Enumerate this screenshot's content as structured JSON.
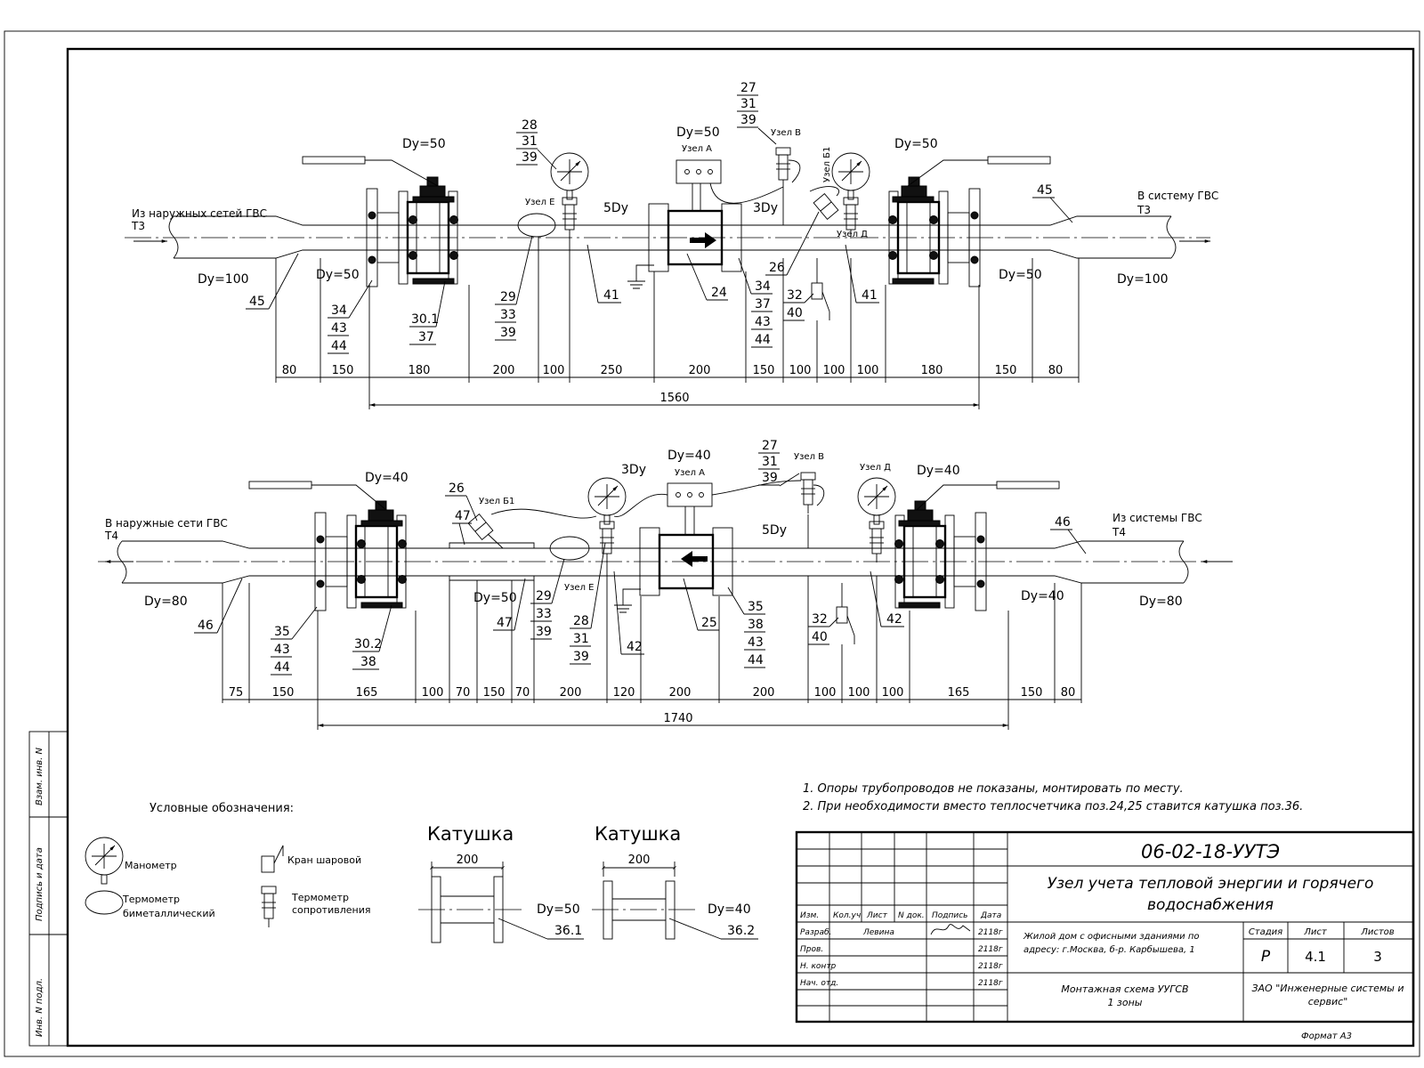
{
  "drawing": {
    "top": {
      "dn_valve_left": "Dy=50",
      "dn_valve_right": "Dy=50",
      "dn_meter": "Dy=50",
      "dn_pipe_left": "Dy=100",
      "dn_pipe_right": "Dy=100",
      "dn_mid_left": "Dy=50",
      "dn_mid_right": "Dy=50",
      "src_line1": "Из наружных сетей ГВС",
      "src_line2": "T3",
      "dst_line1": "В систему ГВС",
      "dst_line2": "T3",
      "label_5dy": "5Dy",
      "label_3dy": "3Dy",
      "node_a": "Узел А",
      "node_v": "Узел В",
      "node_e": "Узел Е",
      "node_b1": "Узел Б1",
      "node_d": "Узел Д",
      "tags": {
        "t45a": "45",
        "t45b": "45",
        "t34": "34",
        "t43": "43",
        "t44": "44",
        "t30": "30.1",
        "t37": "37",
        "t29": "29",
        "t33": "33",
        "t39a": "39",
        "t28": "28",
        "t31a": "31",
        "t39b": "39",
        "t41a": "41",
        "t24": "24",
        "t27": "27",
        "t31b": "31",
        "t39c": "39",
        "t26": "26",
        "t34b": "34",
        "t37b": "37",
        "t43b": "43",
        "t44b": "44",
        "t32": "32",
        "t40": "40",
        "t41b": "41"
      },
      "dims": [
        "80",
        "150",
        "180",
        "200",
        "100",
        "250",
        "200",
        "150",
        "100",
        "100",
        "100",
        "180",
        "150",
        "80"
      ],
      "total": "1560"
    },
    "bottom": {
      "dn_valve_left": "Dy=40",
      "dn_valve_right": "Dy=40",
      "dn_meter": "Dy=40",
      "dn_pipe_left": "Dy=80",
      "dn_pipe_right": "Dy=80",
      "dn_mid_left": "Dy=50",
      "dn_mid_right": "Dy=40",
      "src_line1": "Из системы ГВС",
      "src_line2": "T4",
      "dst_line1": "В наружные сети ГВС",
      "dst_line2": "T4",
      "label_5dy": "5Dy",
      "label_3dy": "3Dy",
      "node_a": "Узел А",
      "node_v": "Узел В",
      "node_e": "Узел Е",
      "node_b1": "Узел Б1",
      "node_d": "Узел Д",
      "tags": {
        "t46a": "46",
        "t46b": "46",
        "t35": "35",
        "t43": "43",
        "t44": "44",
        "t30": "30.2",
        "t38": "38",
        "t26": "26",
        "t47a": "47",
        "t47b": "47",
        "t29": "29",
        "t33": "33",
        "t39a": "39",
        "t28": "28",
        "t31a": "31",
        "t39b": "39",
        "t42a": "42",
        "t25": "25",
        "t27": "27",
        "t31b": "31",
        "t39c": "39",
        "t35b": "35",
        "t38b": "38",
        "t43b": "43",
        "t44b": "44",
        "t32": "32",
        "t40": "40",
        "t42b": "42"
      },
      "dims": [
        "75",
        "150",
        "165",
        "100",
        "70",
        "150",
        "70",
        "200",
        "120",
        "200",
        "200",
        "100",
        "100",
        "100",
        "165",
        "150",
        "80"
      ],
      "total": "1740"
    },
    "legend": {
      "title": "Условные обозначения:",
      "manometer": "Манометр",
      "bimetal1": "Термометр",
      "bimetal2": "биметаллический",
      "ball_valve": "Кран шаровой",
      "resist1": "Термометр",
      "resist2": "сопротивления"
    },
    "spools": [
      {
        "title": "Катушка",
        "length": "200",
        "dn": "Dy=50",
        "tag": "36.1"
      },
      {
        "title": "Катушка",
        "length": "200",
        "dn": "Dy=40",
        "tag": "36.2"
      }
    ],
    "notes": [
      "1. Опоры трубопроводов не показаны, монтировать по месту.",
      "2. При необходимости вместо теплосчетчика поз.24,25 ставится катушка поз.36."
    ]
  },
  "side_stamp": {
    "cells": [
      "Взам. инв. N",
      "Подпись и дата",
      "Инв. N подл."
    ]
  },
  "title_block": {
    "code": "06-02-18-УУТЭ",
    "name_line1": "Узел учета тепловой энергии и горячего",
    "name_line2": "водоснабжения",
    "object_line1": "Жилой дом с офисными зданиями по",
    "object_line2": "адресу: г.Москва, б-р. Карбышева, 1",
    "headers": [
      "Изм.",
      "Кол.уч",
      "Лист",
      "N док.",
      "Подпись",
      "Дата"
    ],
    "roles": [
      "Разраб.",
      "Пров.",
      "Н. контр",
      "Нач. отд."
    ],
    "developer": "Левина",
    "dates": [
      "2118г",
      "2118г",
      "2118г",
      "2118г"
    ],
    "stage_label": "Стадия",
    "sheet_label": "Лист",
    "sheets_label": "Листов",
    "stage": "Р",
    "sheet": "4.1",
    "sheets": "3",
    "drawing_title_line1": "Монтажная схема УУГСВ",
    "drawing_title_line2": "1 зоны",
    "company_line1": "ЗАО \"Инженерные системы и",
    "company_line2": "сервис\"",
    "format": "Формат А3"
  }
}
